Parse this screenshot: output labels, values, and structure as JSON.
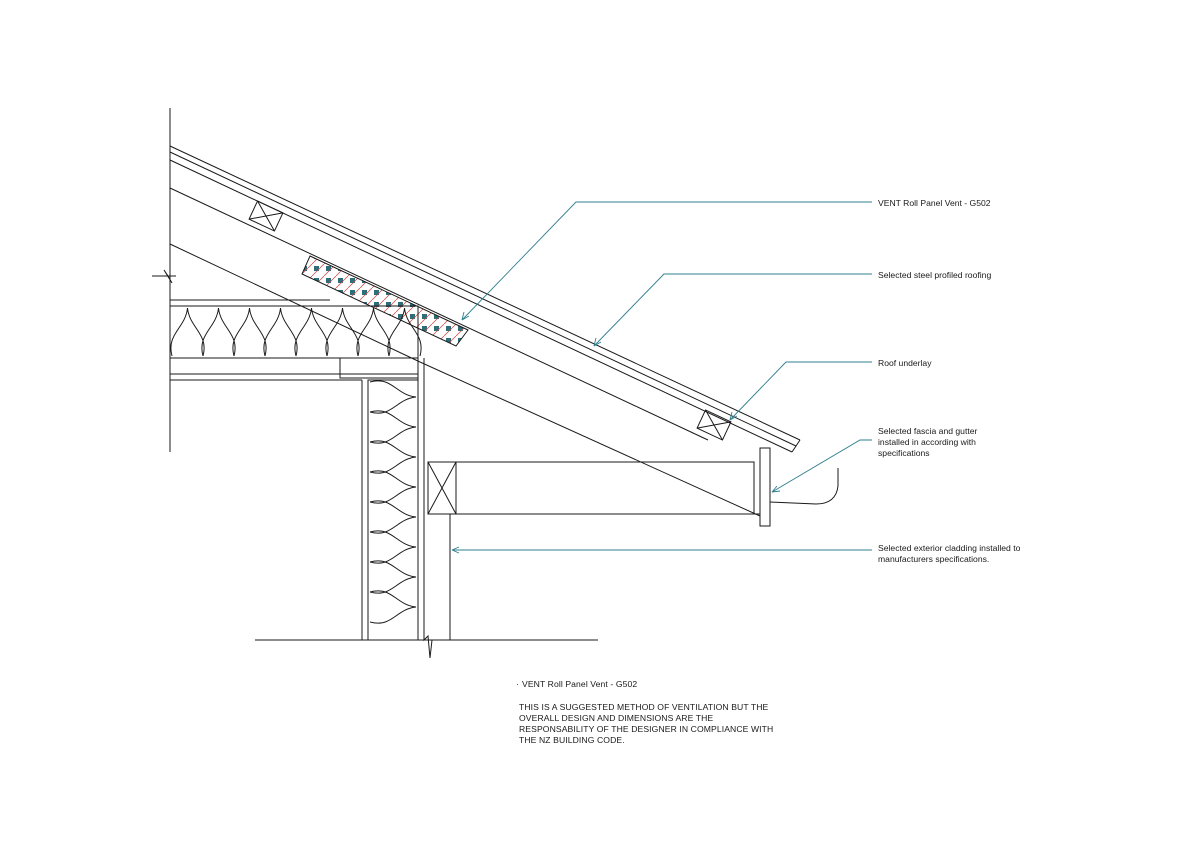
{
  "labels": {
    "vent": "VENT Roll Panel Vent - G502",
    "roofing": "Selected steel profiled roofing",
    "underlay": "Roof underlay",
    "fascia_line1": "Selected fascia and gutter",
    "fascia_line2": "installed in according with",
    "fascia_line3": "specifications",
    "cladding_line1": "Selected exterior cladding installed to",
    "cladding_line2": "manufacturers specifications."
  },
  "notes": {
    "title": "VENT Roll Panel Vent - G502",
    "line1": "THIS IS A SUGGESTED METHOD OF VENTILATION BUT THE",
    "line2": "OVERALL DESIGN AND DIMENSIONS ARE THE",
    "line3": "RESPONSABILITY OF THE DESIGNER IN COMPLIANCE WITH",
    "line4": "THE NZ BUILDING CODE."
  },
  "colors": {
    "line": "#1a1a1a",
    "leader": "#2f7f8f",
    "vent_square": "#2e6e78",
    "vent_hatch": "#d04040"
  }
}
